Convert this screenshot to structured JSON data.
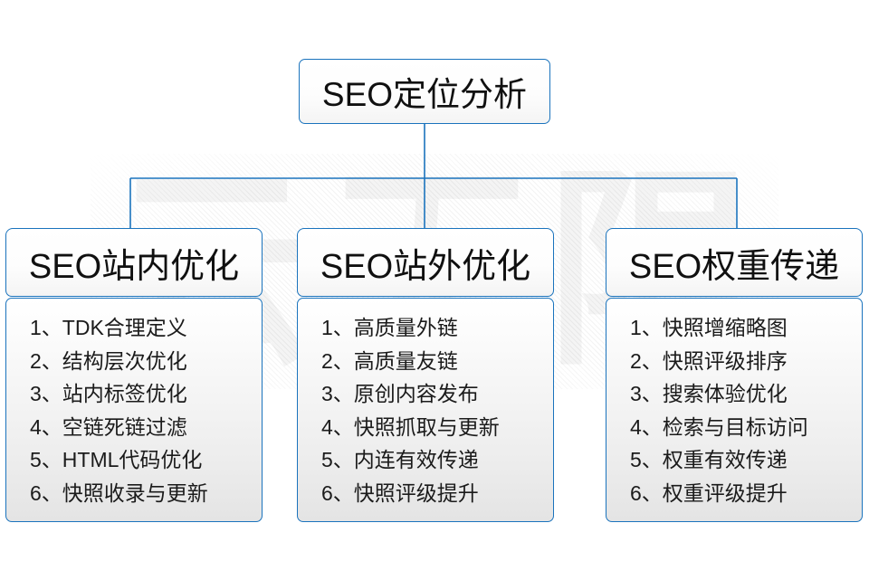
{
  "colors": {
    "border": "#1a73bd",
    "text": "#101010",
    "item_text": "#1b1b1b",
    "connector": "#1a73bd",
    "background": "#ffffff"
  },
  "watermark": {
    "text": "云无限"
  },
  "root": {
    "title": "SEO定位分析"
  },
  "branches": [
    {
      "title": "SEO站内优化",
      "items": [
        "1、TDK合理定义",
        "2、结构层次优化",
        "3、站内标签优化",
        "4、空链死链过滤",
        "5、HTML代码优化",
        "6、快照收录与更新"
      ]
    },
    {
      "title": "SEO站外优化",
      "items": [
        "1、高质量外链",
        "2、高质量友链",
        "3、原创内容发布",
        "4、快照抓取与更新",
        "5、内连有效传递",
        "6、快照评级提升"
      ]
    },
    {
      "title": "SEO权重传递",
      "items": [
        "1、快照增缩略图",
        "2、快照评级排序",
        "3、搜索体验优化",
        "4、检索与目标访问",
        "5、权重有效传递",
        "6、权重评级提升"
      ]
    }
  ]
}
